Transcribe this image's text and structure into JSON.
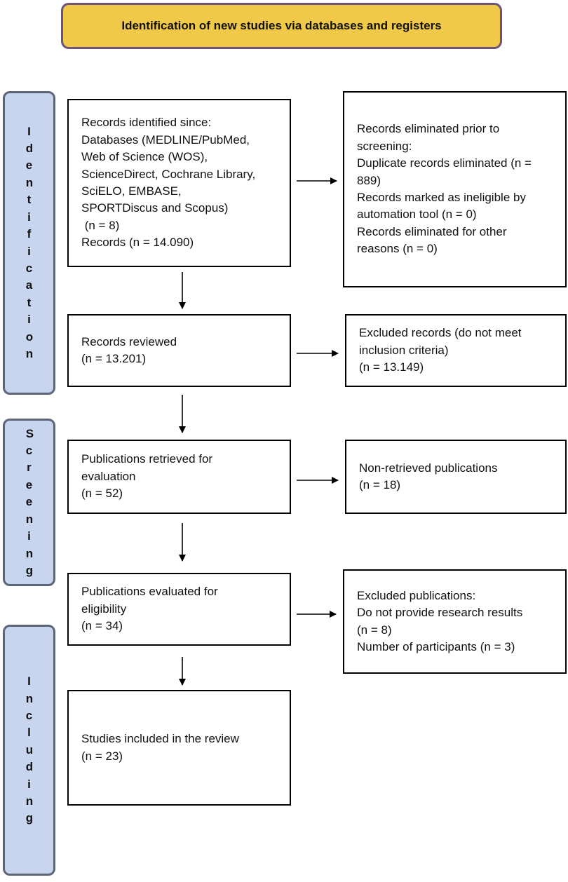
{
  "header": {
    "title": "Identification of new studies via databases and registers"
  },
  "stages": {
    "identification": {
      "label": "Identification"
    },
    "screening": {
      "label": "Screening"
    },
    "including": {
      "label": "Including"
    }
  },
  "boxes": {
    "records_identified": {
      "lines": [
        "Records identified since:",
        "Databases (MEDLINE/PubMed,",
        "Web of Science (WOS),",
        "ScienceDirect, Cochrane Library,",
        "SciELO, EMBASE,",
        "SPORTDiscus and Scopus)",
        " (n = 8)",
        "Records (n = 14.090)"
      ]
    },
    "records_eliminated": {
      "lines": [
        "Records eliminated prior to",
        "screening:",
        "Duplicate records eliminated (n =",
        "889)",
        "Records marked as ineligible by",
        "automation tool (n = 0)",
        "Records eliminated for other",
        "reasons (n = 0)"
      ]
    },
    "records_reviewed": {
      "lines": [
        "Records reviewed",
        "(n = 13.201)"
      ]
    },
    "excluded_records": {
      "lines": [
        "Excluded records (do not meet",
        "inclusion criteria)",
        "(n = 13.149)"
      ]
    },
    "publications_retrieved": {
      "lines": [
        "Publications retrieved for",
        "evaluation",
        "(n = 52)"
      ]
    },
    "non_retrieved": {
      "lines": [
        "Non-retrieved publications",
        "(n = 18)"
      ]
    },
    "publications_evaluated": {
      "lines": [
        "Publications evaluated for",
        "eligibility",
        "(n = 34)"
      ]
    },
    "excluded_publications": {
      "lines": [
        "Excluded publications:",
        "Do not provide research results",
        "(n = 8)",
        "Number of participants (n = 3)"
      ]
    },
    "studies_included": {
      "lines": [
        "Studies included in the review",
        "(n = 23)"
      ]
    }
  }
}
